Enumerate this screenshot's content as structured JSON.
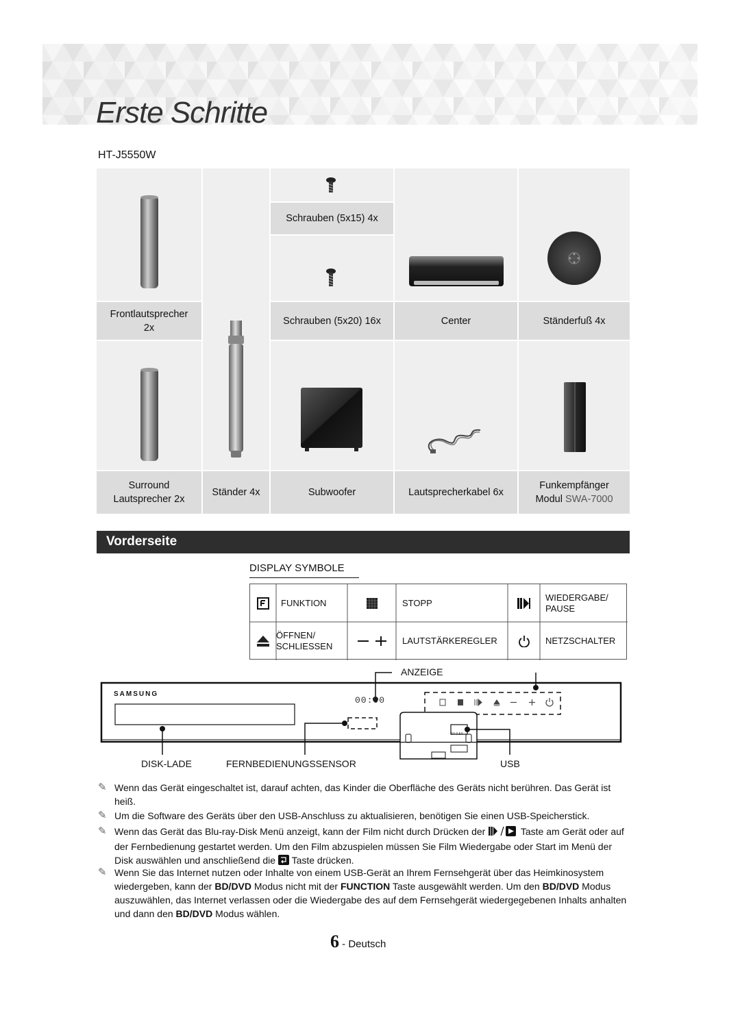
{
  "header": {
    "title": "Erste Schritte",
    "model": "HT-J5550W"
  },
  "components": [
    {
      "label": "Frontlautsprecher 2x"
    },
    {
      "label": "Schrauben (5x15) 4x"
    },
    {
      "label": "Schrauben (5x20) 16x"
    },
    {
      "label": "Center"
    },
    {
      "label": "Ständerfuß 4x"
    },
    {
      "label_line1": "Surround",
      "label_line2": "Lautsprecher 2x"
    },
    {
      "label": "Ständer 4x"
    },
    {
      "label": "Subwoofer"
    },
    {
      "label": "Lautsprecherkabel 6x"
    },
    {
      "label_line1": "Funkempfänger",
      "label_line2": "Modul",
      "label_model": "SWA-7000"
    }
  ],
  "section": {
    "title": "Vorderseite"
  },
  "display_symbols": {
    "heading": "DISPLAY SYMBOLE",
    "items": [
      {
        "icon": "function-icon",
        "label": "FUNKTION"
      },
      {
        "icon": "stop-icon",
        "label": "STOPP"
      },
      {
        "icon": "play-pause-icon",
        "label_line1": "WIEDERGABE/",
        "label_line2": "PAUSE"
      },
      {
        "icon": "eject-icon",
        "label_line1": "ÖFFNEN/",
        "label_line2": "SCHLIESSEN"
      },
      {
        "icon": "volume-icon",
        "label": "LAUTSTÄRKEREGLER"
      },
      {
        "icon": "power-icon",
        "label": "NETZSCHALTER"
      }
    ]
  },
  "front_panel": {
    "brand": "SAMSUNG",
    "display_readout": "00:00",
    "usb_port_text": "5V 0.5A",
    "callouts": {
      "display": "ANZEIGE",
      "disc_tray": "DISK-LADE",
      "remote_sensor": "FERNBEDIENUNGSSENSOR",
      "usb": "USB"
    }
  },
  "notes": [
    "Wenn das Gerät eingeschaltet ist, darauf achten, das Kinder die Oberfläche des Geräts nicht berühren. Das Gerät ist heiß.",
    "Um die Software des Geräts über den USB-Anschluss zu aktualisieren, benötigen Sie einen USB-Speicherstick.",
    {
      "part1": "Wenn das Gerät das Blu-ray-Disk Menü anzeigt, kann der Film nicht durch Drücken der",
      "part2": "Taste am Gerät oder auf der Fernbedienung gestartet werden. Um den Film abzuspielen müssen Sie Film Wiedergabe oder Start im Menü der Disk auswählen und anschließend die",
      "part3": "Taste drücken."
    },
    {
      "part1": "Wenn Sie das Internet nutzen oder Inhalte von einem USB-Gerät an Ihrem Fernsehgerät über das Heimkinosystem wiedergeben, kann der",
      "bd1": "BD/DVD",
      "part2": "Modus nicht mit der",
      "fn": "FUNCTION",
      "part3": "Taste ausgewählt werden. Um den",
      "bd2": "BD/DVD",
      "part4": "Modus auszuwählen, das Internet verlassen oder die Wiedergabe des auf dem Fernsehgerät wiedergegebenen Inhalts anhalten und dann den",
      "bd3": "BD/DVD",
      "part5": "Modus wählen."
    }
  ],
  "footer": {
    "page_number": "6",
    "language": "- Deutsch"
  }
}
